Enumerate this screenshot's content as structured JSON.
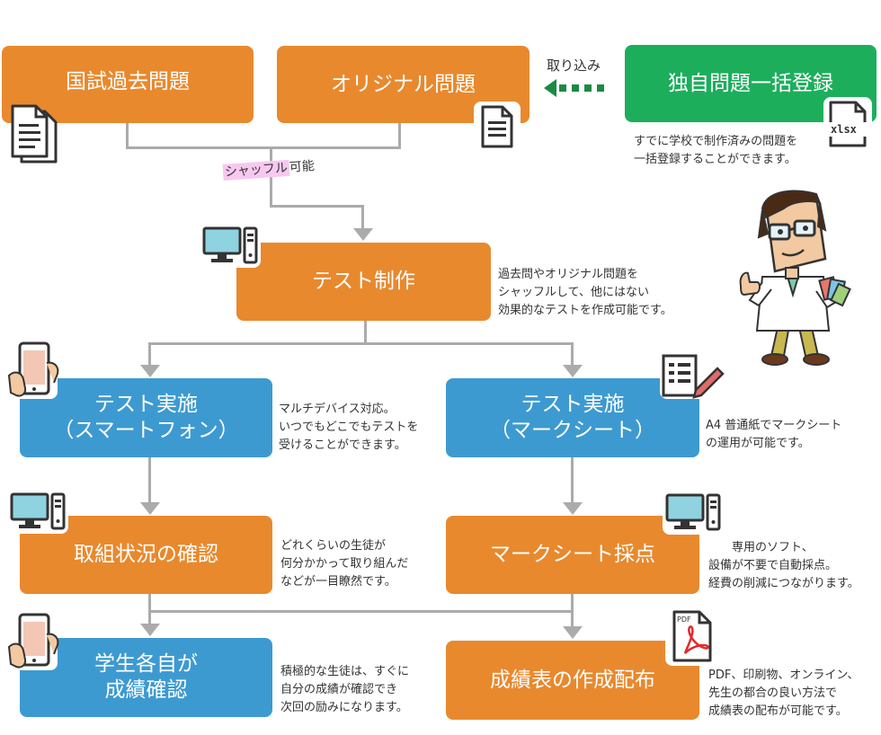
{
  "nodes": {
    "kokushi": "国試過去問題",
    "original": "オリジナル問題",
    "dokuji": "独自問題一括登録",
    "test_create": "テスト制作",
    "impl_sp_line1": "テスト実施",
    "impl_sp_line2": "（スマートフォン）",
    "impl_ms_line1": "テスト実施",
    "impl_ms_line2": "（マークシート）",
    "progress": "取組状況の確認",
    "ms_grade": "マークシート採点",
    "self_line1": "学生各自が",
    "self_line2": "成績確認",
    "report": "成績表の作成配布"
  },
  "labels": {
    "import": "取り込み",
    "shuffle_hl": "シャッフル",
    "shuffle_rest": "可能",
    "xlsx": "xlsx",
    "pdf": "PDF"
  },
  "notes": {
    "dokuji": "すでに学校で制作済みの問題を\n一括登録することができます。",
    "test_create": "過去問やオリジナル問題を\nシャッフルして、他にはない\n効果的なテストを作成可能です。",
    "impl_sp": "マルチデバイス対応。\nいつでもどこでもテストを\n受けることができます。",
    "impl_ms": "A4 普通紙でマークシート\nの運用が可能です。",
    "progress": "どれくらいの生徒が\n何分かかって取り組んだ\nなどが一目瞭然です。",
    "ms_grade": "　　専用のソフト、\n設備が不要で自動採点。\n経費の削減につながります。",
    "self": "積極的な生徒は、すぐに\n自分の成績が確認でき\n次回の励みになります。",
    "report": "PDF、印刷物、オンライン、\n先生の都合の良い方法で\n成績表の配布が可能です。"
  },
  "colors": {
    "orange": "#E8892E",
    "blue": "#3D9AD1",
    "green": "#1DAE5C",
    "connector": "#ABABAB",
    "import_arrow": "#1A8A45"
  }
}
